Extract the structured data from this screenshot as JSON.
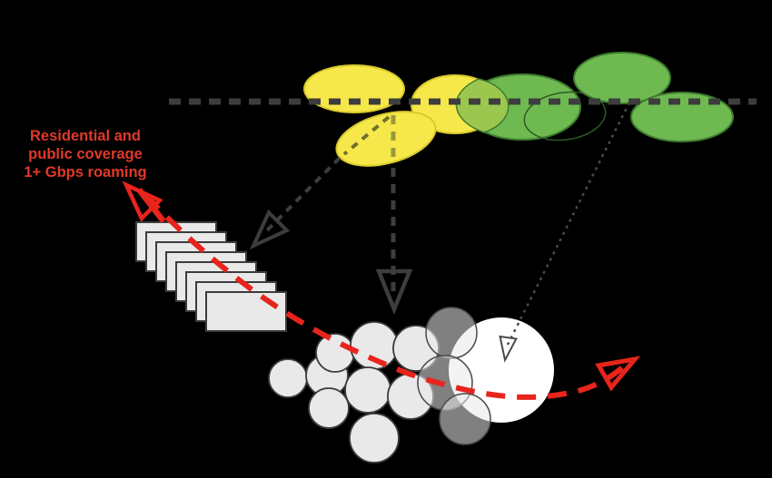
{
  "canvas": {
    "background": "#000000"
  },
  "annotation": {
    "lines": [
      "Residential and",
      "public coverage",
      "1+ Gbps roaming"
    ],
    "color": "#e0392a"
  },
  "palette": {
    "yellow_fill": "#f6e84a",
    "yellow_stroke": "#d9c92c",
    "green_fill": "#6eba51",
    "green_stroke": "#3e7c2e",
    "green_outline": "#2e5a27",
    "overlap_fill": "#9cc74e",
    "panel_fill": "#e9e9e9",
    "panel_stroke": "#3c3c3c",
    "circle_fill": "#e9e9e9",
    "circle_stroke": "#3b3b3b",
    "white_circle_fill": "#ffffff",
    "dark_dash": "#3d3d3d",
    "dotted": "#4a4a4a",
    "olive_dash": "#9a9a3c",
    "olive_dash_dark": "#6f6f2d",
    "red": "#e8241c"
  },
  "figure": {
    "yellow_cell_count": 3,
    "green_cell_count": 4,
    "panel_count": 8,
    "cloud_circle_count": 12,
    "white_circle_count": 1
  }
}
